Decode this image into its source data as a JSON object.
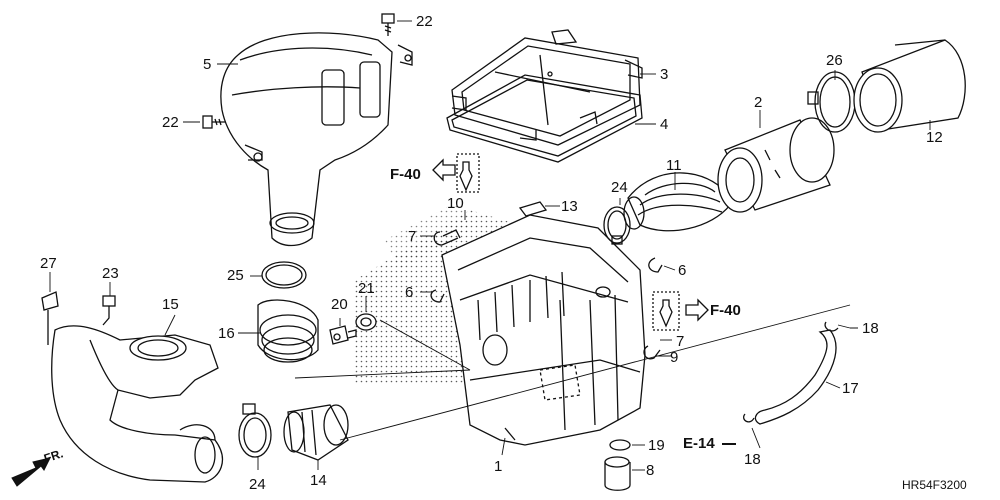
{
  "callouts": {
    "c1": "1",
    "c2": "2",
    "c3": "3",
    "c4": "4",
    "c5": "5",
    "c6a": "6",
    "c6b": "6",
    "c7a": "7",
    "c7b": "7",
    "c8": "8",
    "c9": "9",
    "c10": "10",
    "c11": "11",
    "c12": "12",
    "c13": "13",
    "c14": "14",
    "c15": "15",
    "c16": "16",
    "c17": "17",
    "c18a": "18",
    "c18b": "18",
    "c19": "19",
    "c20": "20",
    "c21": "21",
    "c22a": "22",
    "c22b": "22",
    "c23": "23",
    "c24a": "24",
    "c24b": "24",
    "c25": "25",
    "c26": "26",
    "c27": "27"
  },
  "references": {
    "f40_left": "F-40",
    "f40_right": "F-40",
    "e14": "E-14",
    "front": "FR."
  },
  "diagram_code": "HR54F3200"
}
